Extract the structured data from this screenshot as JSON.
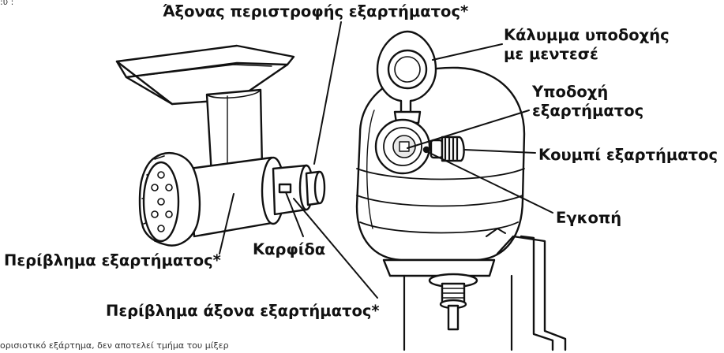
{
  "labels": {
    "shaft_rotation": "Άξονας περιστροφής εξαρτήματος*",
    "hub_cover_line1": "Κάλυμμα υποδοχής",
    "hub_cover_line2": "με μεντεσέ",
    "hub_line1": "Υποδοχή",
    "hub_line2": "εξαρτήματος",
    "knob": "Κουμπί εξαρτήματος",
    "notch": "Εγκοπή",
    "housing": "Περίβλημα εξαρτήματος*",
    "pin": "Καρφίδα",
    "shaft_housing": "Περίβλημα άξονα εξαρτήματος*"
  },
  "footnote": "ορισιοτικό εξάρτημα, δεν αποτελεί τμήμα του μίξερ",
  "colors": {
    "ink": "#111111",
    "fill": "#ffffff",
    "shade": "#e9e9e9"
  }
}
